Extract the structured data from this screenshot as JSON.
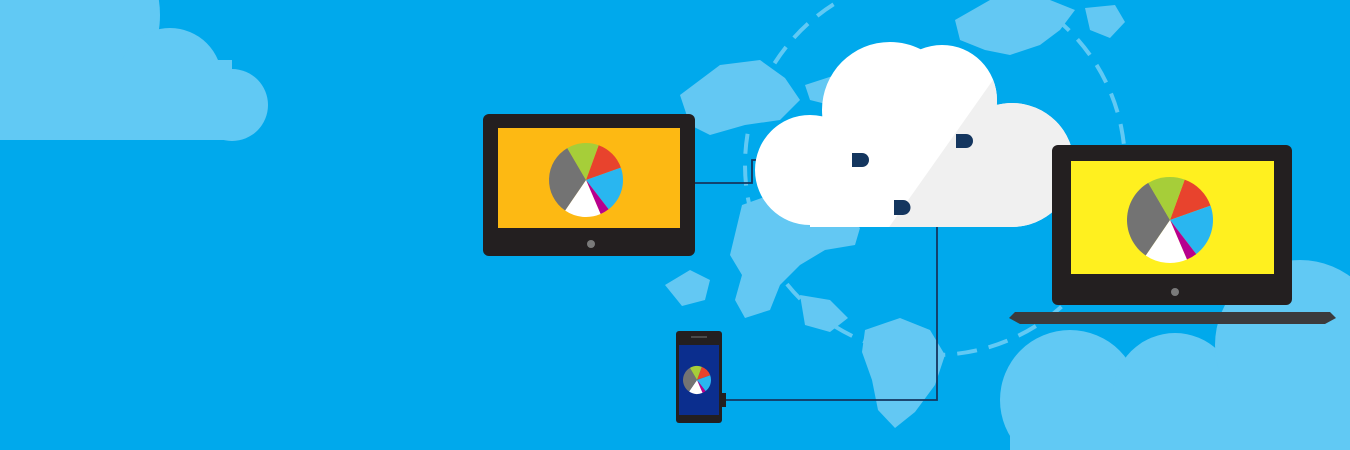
{
  "colors": {
    "background": "#00A9EC",
    "cloud_light": "#61C9F4",
    "map_land": "#63C8F3",
    "main_cloud": "#FFFFFF",
    "main_cloud_shade": "#F0F0F0",
    "connector": "#14365F",
    "device_frame": "#231F20",
    "laptop_base": "#3B3B3D",
    "tablet_screen": "#FDB913",
    "laptop_screen": "#FFF01F",
    "phone_screen": "#0B2E8E"
  },
  "icons": {
    "main": "cloud-icon",
    "connector": "plug-icon",
    "tablet": "tablet-icon",
    "laptop": "laptop-icon",
    "phone": "smartphone-icon",
    "chart": "pie-chart-icon"
  },
  "pie_chart": {
    "slices": [
      {
        "value": 14,
        "color": "#E8432D"
      },
      {
        "value": 20,
        "color": "#29B6F0"
      },
      {
        "value": 4,
        "color": "#B7008F"
      },
      {
        "value": 16,
        "color": "#FFFFFF"
      },
      {
        "value": 32,
        "color": "#737373"
      },
      {
        "value": 14,
        "color": "#A6CE39"
      }
    ]
  }
}
